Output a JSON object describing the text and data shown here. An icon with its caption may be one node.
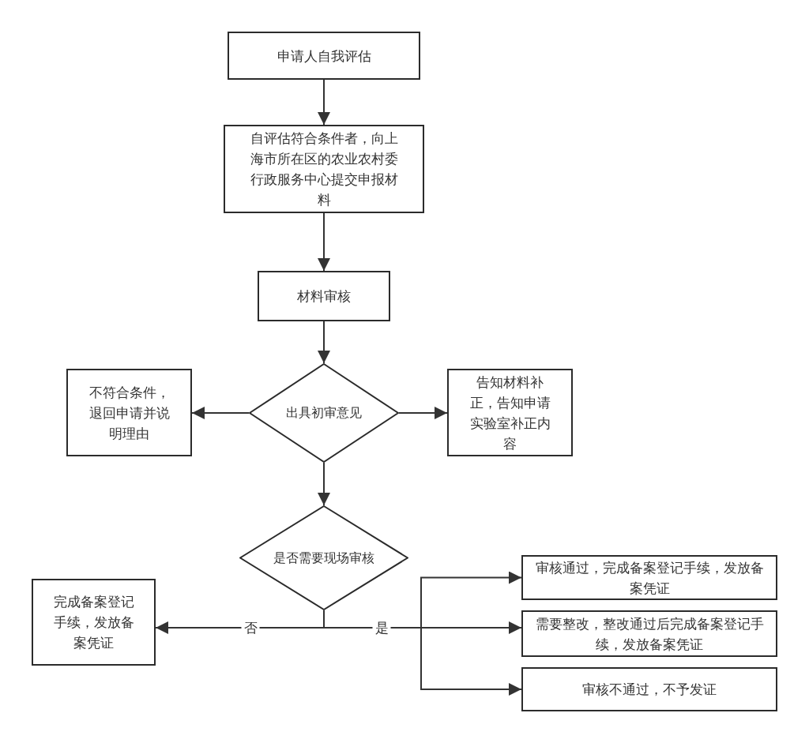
{
  "diagram": {
    "nodes": [
      {
        "text": [
          "申请人自我评估"
        ]
      },
      {
        "text": [
          "自评估符合条件者，向上海市所在区的农业农村委行政服务中心提交申报材料"
        ]
      },
      {
        "text": [
          "材料审核"
        ]
      },
      {
        "text": [
          "出具初审意见"
        ]
      },
      {
        "text": [
          "不符合条件，退回申请并说明理由"
        ]
      },
      {
        "text": [
          "告知材料补正，告知申请实验室补正内容"
        ]
      },
      {
        "text": [
          "是否需要现场审核"
        ]
      },
      {
        "text": [
          "完成备案登记手续，发放备案凭证"
        ]
      },
      {
        "text": [
          "审核通过，完成备案登记手续，发放备案凭证"
        ]
      },
      {
        "text": [
          "需要整改，整改通过后完成备案登记手续，发放备案凭证"
        ]
      },
      {
        "text": [
          "审核不通过，不予发证"
        ]
      }
    ],
    "edges": [
      {
        "from": 0,
        "to": 1,
        "arrow": "to"
      },
      {
        "from": 1,
        "to": 2,
        "arrow": "to"
      },
      {
        "from": 2,
        "to": 3,
        "arrow": "to"
      },
      {
        "from": 3,
        "to": 4,
        "arrow": "to"
      },
      {
        "from": 3,
        "to": 5,
        "arrow": "to"
      },
      {
        "from": 3,
        "to": 6,
        "arrow": "to"
      },
      {
        "from": 6,
        "to": 7,
        "arrow": "to",
        "label": "否"
      },
      {
        "from": 6,
        "to": 8,
        "arrow": "to"
      },
      {
        "from": 6,
        "to": 9,
        "arrow": "to",
        "label": "是"
      },
      {
        "from": 6,
        "to": 10,
        "arrow": "to"
      }
    ]
  }
}
